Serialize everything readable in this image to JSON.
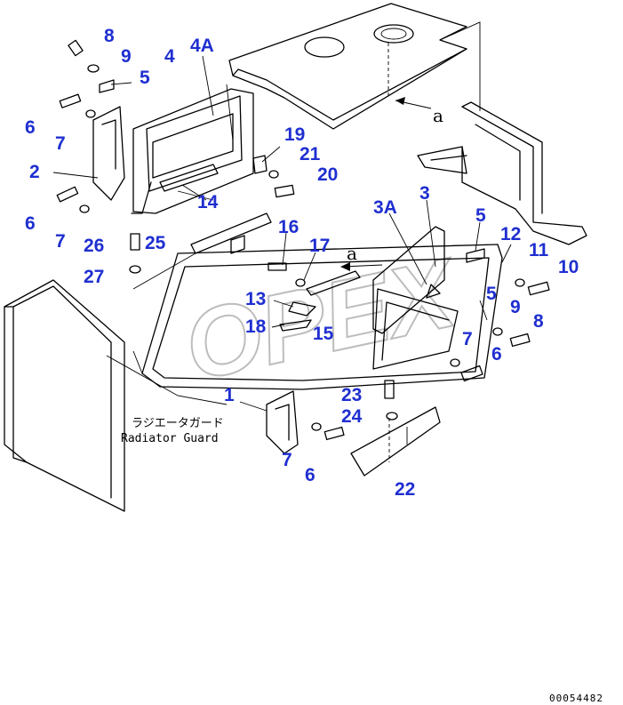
{
  "callouts": {
    "c8a": "8",
    "c9a": "9",
    "c4A": "4A",
    "c4": "4",
    "c5a": "5",
    "c6a": "6",
    "c7a": "7",
    "c2": "2",
    "c19": "19",
    "c21": "21",
    "c20": "20",
    "c14": "14",
    "c6b": "6",
    "c7b": "7",
    "c26": "26",
    "c25": "25",
    "c27": "27",
    "c16": "16",
    "c17": "17",
    "c3": "3",
    "c3A": "3A",
    "c5b": "5",
    "c12": "12",
    "c11": "11",
    "c10": "10",
    "c5c": "5",
    "c9b": "9",
    "c8b": "8",
    "c13": "13",
    "c18": "18",
    "c15": "15",
    "c7c": "7",
    "c6c": "6",
    "c1": "1",
    "c23": "23",
    "c24": "24",
    "c7d": "7",
    "c6d": "6",
    "c22": "22"
  },
  "refs": {
    "a_upper": "a",
    "a_center": "a"
  },
  "label_jp": "ラジエータガード",
  "label_en": "Radiator Guard",
  "doc_number": "00054482",
  "watermark": "OPEX",
  "colors": {
    "callout": "#1f2fd0",
    "line": "#000000",
    "watermark": "#bdbdbd"
  }
}
